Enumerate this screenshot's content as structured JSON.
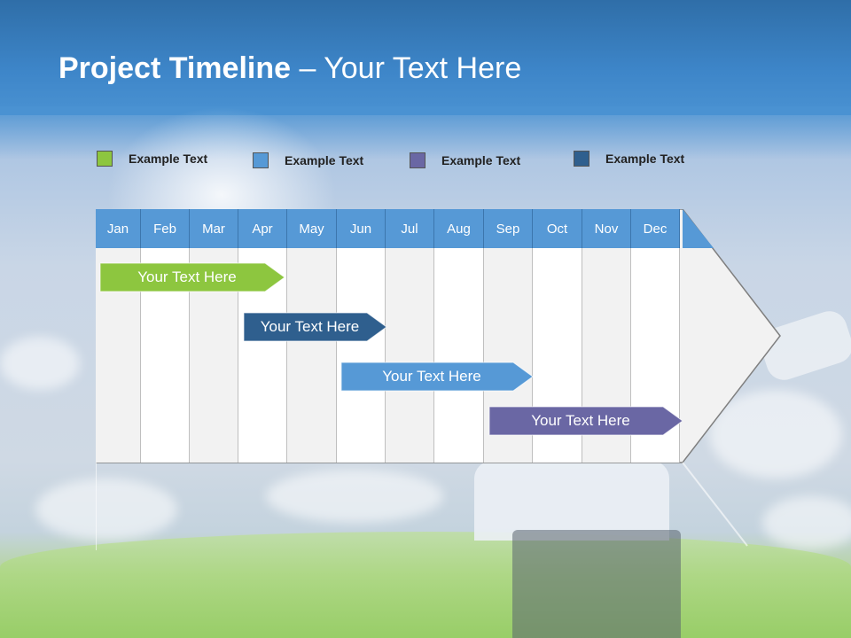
{
  "slide": {
    "title_bold": "Project Timeline",
    "title_rest": " – Your Text Here"
  },
  "legend": [
    {
      "label": "Example Text",
      "color": "#8dc63f"
    },
    {
      "label": "Example Text",
      "color": "#5699d6"
    },
    {
      "label": "Example Text",
      "color": "#6a67a4"
    },
    {
      "label": "Example Text",
      "color": "#2f5f8e"
    }
  ],
  "timeline": {
    "months": [
      "Jan",
      "Feb",
      "Mar",
      "Apr",
      "May",
      "Jun",
      "Jul",
      "Aug",
      "Sep",
      "Oct",
      "Nov",
      "Dec"
    ],
    "tasks": [
      {
        "label": "Your  Text Here",
        "color": "#8dc63f",
        "start_month": "Jan",
        "end_month": "Apr"
      },
      {
        "label": "Your  Text Here",
        "color": "#2f5f8e",
        "start_month": "Apr",
        "end_month": "Jun"
      },
      {
        "label": "Your  Text Here",
        "color": "#5699d6",
        "start_month": "Jun",
        "end_month": "Sep"
      },
      {
        "label": "Your  Text Here",
        "color": "#6a67a4",
        "start_month": "Sep",
        "end_month": "Dec"
      }
    ]
  }
}
